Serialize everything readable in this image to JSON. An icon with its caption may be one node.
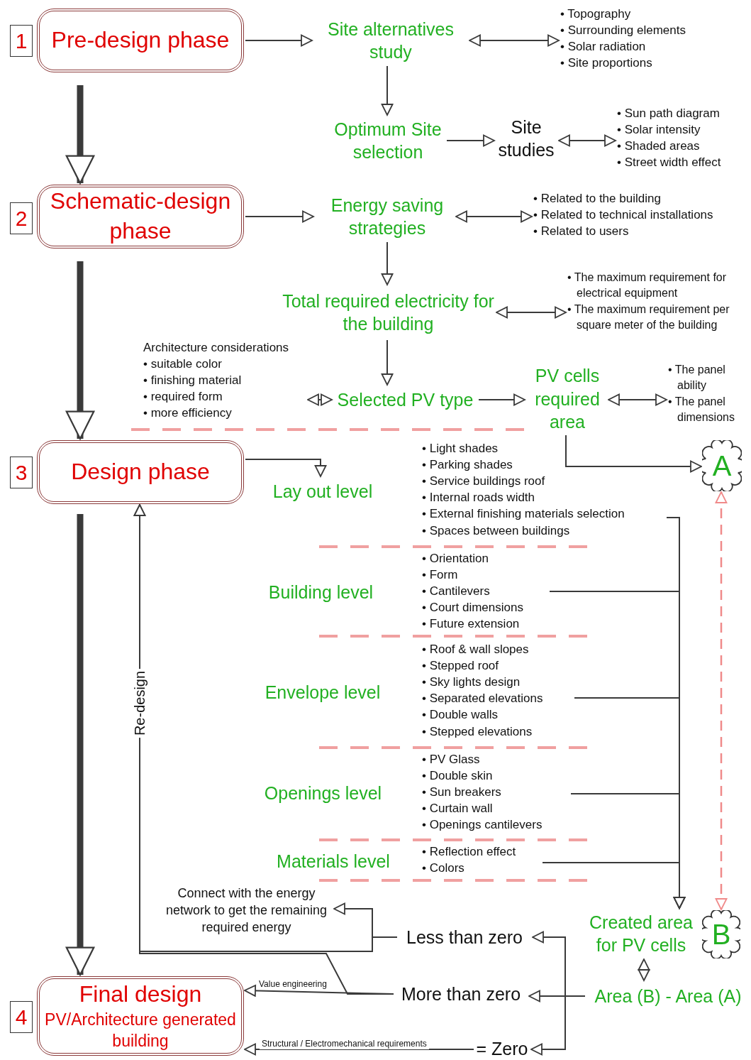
{
  "diagram": {
    "nodes": [
      {
        "text": [
          "1"
        ]
      },
      {
        "text": [
          "Pre-design phase"
        ]
      },
      {
        "text": [
          "Site alternatives study"
        ]
      },
      {
        "text": [
          "• Topography",
          "• Surrounding elements",
          "• Solar radiation",
          "• Site proportions"
        ]
      },
      {
        "text": [
          "Optimum Site selection"
        ]
      },
      {
        "text": [
          "Site studies"
        ]
      },
      {
        "text": [
          "• Sun path diagram",
          "• Solar intensity",
          "• Shaded areas",
          "• Street width effect"
        ]
      },
      {
        "text": [
          "2"
        ]
      },
      {
        "text": [
          "Schematic-design phase"
        ]
      },
      {
        "text": [
          "Energy saving strategies"
        ]
      },
      {
        "text": [
          "• Related to the building",
          "• Related to technical installations",
          "• Related to users"
        ]
      },
      {
        "text": [
          "Total required electricity for the building"
        ]
      },
      {
        "text": [
          "• The maximum requirement for electrical equipment",
          "• The maximum requirement per square meter of the building"
        ]
      },
      {
        "text": [
          "Architecture considerations",
          "• suitable color",
          "• finishing material",
          "• required form",
          "• more efficiency"
        ]
      },
      {
        "text": [
          "Selected PV type"
        ]
      },
      {
        "text": [
          "PV cells required area"
        ]
      },
      {
        "text": [
          "• The panel ability",
          "• The panel dimensions"
        ]
      },
      {
        "text": [
          "A"
        ]
      },
      {
        "text": [
          "3"
        ]
      },
      {
        "text": [
          "Design phase"
        ]
      },
      {
        "text": [
          "Lay out level"
        ]
      },
      {
        "text": [
          "• Light shades",
          "• Parking shades",
          "• Service buildings roof",
          "• Internal roads width",
          "• External finishing materials selection",
          "• Spaces between buildings"
        ]
      },
      {
        "text": [
          "Building level"
        ]
      },
      {
        "text": [
          "• Orientation",
          "• Form",
          "• Cantilevers",
          "• Court dimensions",
          "• Future extension"
        ]
      },
      {
        "text": [
          "Envelope level"
        ]
      },
      {
        "text": [
          "• Roof & wall slopes",
          "• Stepped roof",
          "• Sky lights design",
          "• Separated elevations",
          "• Double walls",
          "• Stepped elevations"
        ]
      },
      {
        "text": [
          "Openings level"
        ]
      },
      {
        "text": [
          "• PV Glass",
          "• Double skin",
          "• Sun breakers",
          "• Curtain wall",
          "• Openings cantilevers"
        ]
      },
      {
        "text": [
          "Materials level"
        ]
      },
      {
        "text": [
          "• Reflection effect",
          "• Colors"
        ]
      },
      {
        "text": [
          "Created area for PV cells"
        ]
      },
      {
        "text": [
          "B"
        ]
      },
      {
        "text": [
          "Area (B) - Area (A)"
        ]
      },
      {
        "text": [
          "Less than zero"
        ]
      },
      {
        "text": [
          "More than zero"
        ]
      },
      {
        "text": [
          "= Zero"
        ]
      },
      {
        "text": [
          "Connect with the energy network to get the remaining required energy"
        ]
      },
      {
        "text": [
          "4"
        ]
      },
      {
        "text": [
          "Final design",
          "PV/Architecture generated building"
        ]
      }
    ],
    "edges": [
      {
        "from": 1,
        "to": 2,
        "arrow": "to"
      },
      {
        "from": 2,
        "to": 3,
        "arrow": "both"
      },
      {
        "from": 2,
        "to": 4,
        "arrow": "to"
      },
      {
        "from": 4,
        "to": 5,
        "arrow": "to"
      },
      {
        "from": 5,
        "to": 6,
        "arrow": "both"
      },
      {
        "from": 1,
        "to": 8,
        "arrow": "to",
        "style": "thick"
      },
      {
        "from": 8,
        "to": 9,
        "arrow": "to"
      },
      {
        "from": 9,
        "to": 10,
        "arrow": "both"
      },
      {
        "from": 9,
        "to": 11,
        "arrow": "to"
      },
      {
        "from": 11,
        "to": 12,
        "arrow": "both"
      },
      {
        "from": 11,
        "to": 14,
        "arrow": "to"
      },
      {
        "from": 13,
        "to": 14,
        "arrow": "both"
      },
      {
        "from": 14,
        "to": 15,
        "arrow": "to"
      },
      {
        "from": 15,
        "to": 16,
        "arrow": "both"
      },
      {
        "from": 15,
        "to": 17,
        "arrow": "to"
      },
      {
        "from": 8,
        "to": 19,
        "arrow": "to",
        "style": "thick"
      },
      {
        "from": 19,
        "to": 20,
        "arrow": "to"
      },
      {
        "from": 21,
        "to": 30,
        "arrow": "to"
      },
      {
        "from": 23,
        "to": 30,
        "arrow": "to"
      },
      {
        "from": 25,
        "to": 30,
        "arrow": "to"
      },
      {
        "from": 27,
        "to": 30,
        "arrow": "to"
      },
      {
        "from": 29,
        "to": 30,
        "arrow": "to"
      },
      {
        "from": 17,
        "to": 31,
        "arrow": "both",
        "style": "dashed",
        "color": "#f08a8a"
      },
      {
        "from": 30,
        "to": 32,
        "arrow": "both"
      },
      {
        "from": 32,
        "to": 33,
        "arrow": "to"
      },
      {
        "from": 32,
        "to": 34,
        "arrow": "to"
      },
      {
        "from": 32,
        "to": 35,
        "arrow": "to"
      },
      {
        "from": 33,
        "to": 36,
        "arrow": "to"
      },
      {
        "from": 33,
        "to": 19,
        "arrow": "to",
        "label": "Re-design"
      },
      {
        "from": 34,
        "to": 19,
        "arrow": "to"
      },
      {
        "from": 34,
        "to": 38,
        "arrow": "to",
        "label": "Value engineering"
      },
      {
        "from": 35,
        "to": 38,
        "arrow": "to",
        "label": "Structural / Electromechanical requirements"
      },
      {
        "from": 19,
        "to": 38,
        "arrow": "to",
        "style": "thick"
      }
    ]
  }
}
